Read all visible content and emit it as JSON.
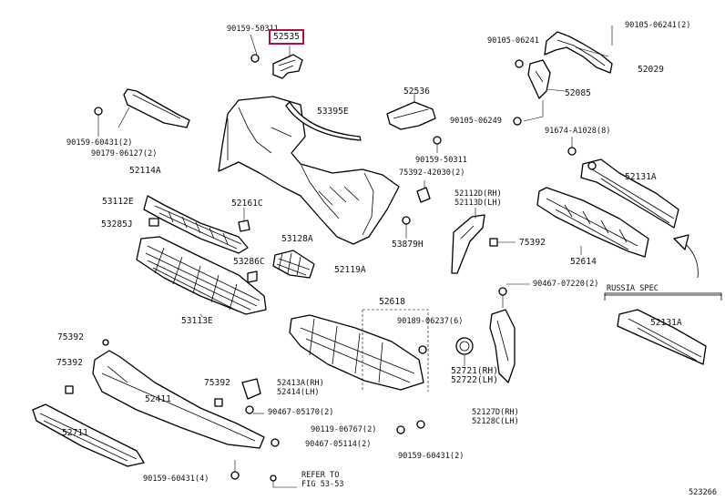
{
  "labels": {
    "p90159_50311_top": "90159-50311",
    "p52535": "52535",
    "p90105_06241_right": "90105-06241(2)",
    "p90105_06241": "90105-06241",
    "p52029": "52029",
    "p52085": "52085",
    "p52536": "52536",
    "p53395e": "53395E",
    "p90105_06249": "90105-06249",
    "p91674": "91674-A1028(8)",
    "p90159_60431_2": "90159-60431(2)",
    "p90179_06127": "90179-06127(2)",
    "p52114a": "52114A",
    "p90159_50311_mid": "90159-50311",
    "p75392_42030": "75392-42030(2)",
    "p52131a_top": "52131A",
    "p53112e": "53112E",
    "p52161c": "52161C",
    "p52112d": "52112D(RH)",
    "p52113d": "52113D(LH)",
    "p53285j": "53285J",
    "p53128a": "53128A",
    "p53879h": "53879H",
    "p75392_right": "75392",
    "p53286c": "53286C",
    "p52119a": "52119A",
    "p52614": "52614",
    "p90467_07220": "90467-07220(2)",
    "russia_spec": "RUSSIA SPEC",
    "p52131a_russia": "52131A",
    "p53113e": "53113E",
    "p52618": "52618",
    "p90189_06237": "90189-06237(6)",
    "p75392_left1": "75392",
    "p75392_left2": "75392",
    "p75392_mid": "75392",
    "p52413a": "52413A(RH)",
    "p52414": "52414(LH)",
    "p52721": "52721(RH)",
    "p52722": "52722(LH)",
    "p52411": "52411",
    "p90467_05170": "90467-05170(2)",
    "p52127d": "52127D(RH)",
    "p52128c": "52128C(LH)",
    "p90119_06767": "90119-06767(2)",
    "p90467_05114": "90467-05114(2)",
    "p90159_60431_bot": "90159-60431(2)",
    "p52711": "52711",
    "p90159_60431_4": "90159-60431(4)",
    "refer_line1": "REFER TO",
    "refer_line2": "FIG 53-53",
    "figure_id": "523266"
  },
  "colors": {
    "highlight": "#b0103a",
    "line": "#000000",
    "background": "#ffffff"
  }
}
